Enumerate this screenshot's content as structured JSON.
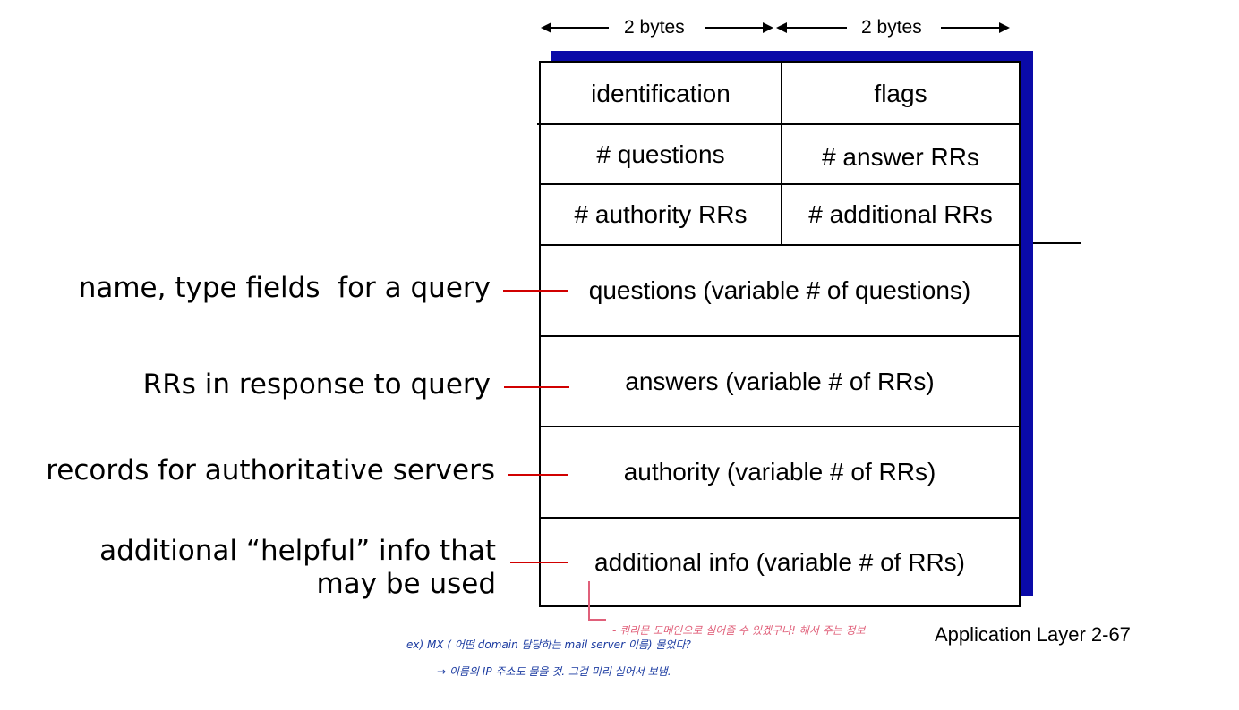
{
  "widths": {
    "left": "2 bytes",
    "right": "2 bytes"
  },
  "header_fields": [
    [
      "identification",
      "flags"
    ],
    [
      "# questions",
      "# answer RRs"
    ],
    [
      "# authority RRs",
      "# additional RRs"
    ]
  ],
  "sections": [
    "questions (variable # of questions)",
    "answers (variable # of RRs)",
    "authority (variable # of RRs)",
    "additional info (variable # of RRs)"
  ],
  "annotations": [
    "name, type fields  for a query",
    "RRs in response to query",
    "records for authoritative servers",
    "additional “helpful” info that may be used"
  ],
  "handwritten_notes": {
    "pink": "- 쿼리문 도메인으로 실어줄 수 있겠구나! 해서 주는 정보",
    "blue_line1": "ex) MX ( 어떤 domain 담당하는 mail server 이름) 물었다?",
    "blue_line2": "→ 이름의 IP 주소도 물을 것. 그걸 미리 실어서 보냄."
  },
  "footer": "Application Layer 2-67",
  "colors": {
    "shadow": "#0a0aa8",
    "annotation_line": "#d10000",
    "note_pink": "#e0607a",
    "note_blue": "#1a3aa0"
  }
}
